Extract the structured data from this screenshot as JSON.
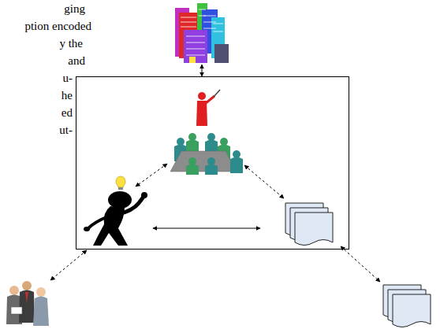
{
  "diagram": {
    "labels": [
      "ging",
      "ption encoded",
      "y the",
      "and",
      "u-",
      "he",
      "ed",
      "ut-"
    ]
  }
}
